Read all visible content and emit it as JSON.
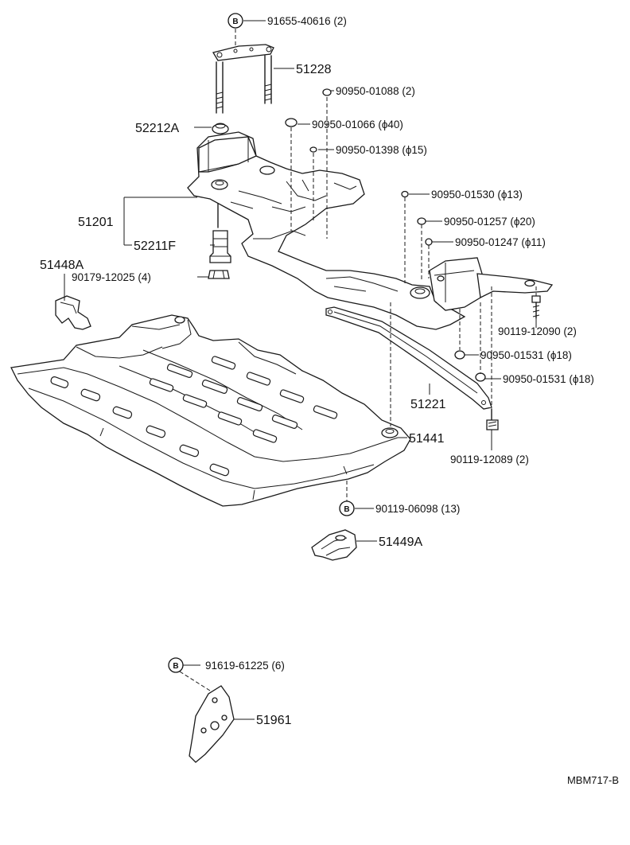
{
  "diagram": {
    "code": "MBM717-B",
    "callouts": [
      {
        "id": "c1",
        "text": "91655-40616 (2)",
        "badge": "B"
      },
      {
        "id": "c2",
        "text": "51228"
      },
      {
        "id": "c3",
        "text": "90950-01088 (2)"
      },
      {
        "id": "c4",
        "text": "90950-01066 (ϕ40)"
      },
      {
        "id": "c5",
        "text": "52212A"
      },
      {
        "id": "c6",
        "text": "90950-01398 (ϕ15)"
      },
      {
        "id": "c7",
        "text": "90950-01530 (ϕ13)"
      },
      {
        "id": "c8",
        "text": "51201"
      },
      {
        "id": "c9",
        "text": "90950-01257 (ϕ20)"
      },
      {
        "id": "c10",
        "text": "52211F"
      },
      {
        "id": "c11",
        "text": "90950-01247 (ϕ11)"
      },
      {
        "id": "c12",
        "text": "51448A"
      },
      {
        "id": "c13",
        "text": "90179-12025 (4)"
      },
      {
        "id": "c14",
        "text": "90119-12090 (2)"
      },
      {
        "id": "c15",
        "text": "90950-01531 (ϕ18)"
      },
      {
        "id": "c16",
        "text": "90950-01531 (ϕ18)"
      },
      {
        "id": "c17",
        "text": "51221"
      },
      {
        "id": "c18",
        "text": "51441"
      },
      {
        "id": "c19",
        "text": "90119-12089 (2)"
      },
      {
        "id": "c20",
        "text": "90119-06098 (13)",
        "badge": "B"
      },
      {
        "id": "c21",
        "text": "51449A"
      },
      {
        "id": "c22",
        "text": "91619-61225 (6)",
        "badge": "B"
      },
      {
        "id": "c23",
        "text": "51961"
      }
    ]
  }
}
